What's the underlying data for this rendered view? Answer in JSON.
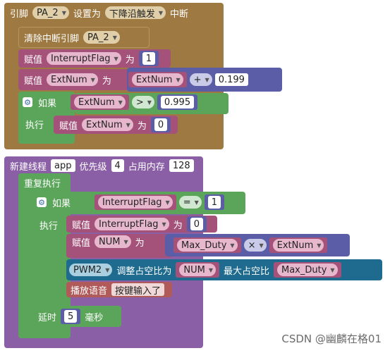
{
  "interrupt_block": {
    "label_pin": "引脚",
    "pin_value": "PA_2",
    "label_set": "设置为",
    "trigger_value": "下降沿触发",
    "label_interrupt": "中断",
    "clear_label": "清除中断引脚",
    "clear_pin": "PA_2",
    "assign1": {
      "label": "赋值",
      "var": "InterruptFlag",
      "to": "为",
      "value": "1"
    },
    "assign2": {
      "label": "赋值",
      "var": "ExtNum",
      "to": "为",
      "operand_var": "ExtNum",
      "op": "+",
      "operand_num": "0.199"
    },
    "if_block": {
      "label": "如果",
      "var": "ExtNum",
      "op": ">",
      "num": "0.995"
    },
    "exec_label": "执行",
    "assign3": {
      "label": "赋值",
      "var": "ExtNum",
      "to": "为",
      "value": "0"
    }
  },
  "thread_block": {
    "label_new": "新建线程",
    "name": "app",
    "label_priority": "优先级",
    "priority": "4",
    "label_memory": "占用内存",
    "memory": "128",
    "repeat_label": "重复执行",
    "if_label": "如果",
    "if_var": "InterruptFlag",
    "if_op": "=",
    "if_num": "1",
    "exec_label": "执行",
    "assign_a": {
      "label": "赋值",
      "var": "InterruptFlag",
      "to": "为",
      "value": "0"
    },
    "assign_b": {
      "label": "赋值",
      "var": "NUM",
      "to": "为",
      "left": "Max_Duty",
      "op": "×",
      "right": "ExtNum"
    },
    "pwm": {
      "pin": "PWM2",
      "label": "调整占空比为",
      "var": "NUM",
      "label_max": "最大占空比",
      "max_var": "Max_Duty"
    },
    "play": {
      "label": "播放语音",
      "text": "按键输入了"
    },
    "delay": {
      "label": "延时",
      "value": "5",
      "unit": "毫秒"
    }
  },
  "watermark": "CSDN @幽麟在格01",
  "colors": {
    "event": "#9e7a42",
    "variable": "#a5527a",
    "math": "#5b5ea6",
    "logic": "#5ba55b",
    "thread": "#8a5fa6",
    "pwm": "#1e6b8f"
  }
}
